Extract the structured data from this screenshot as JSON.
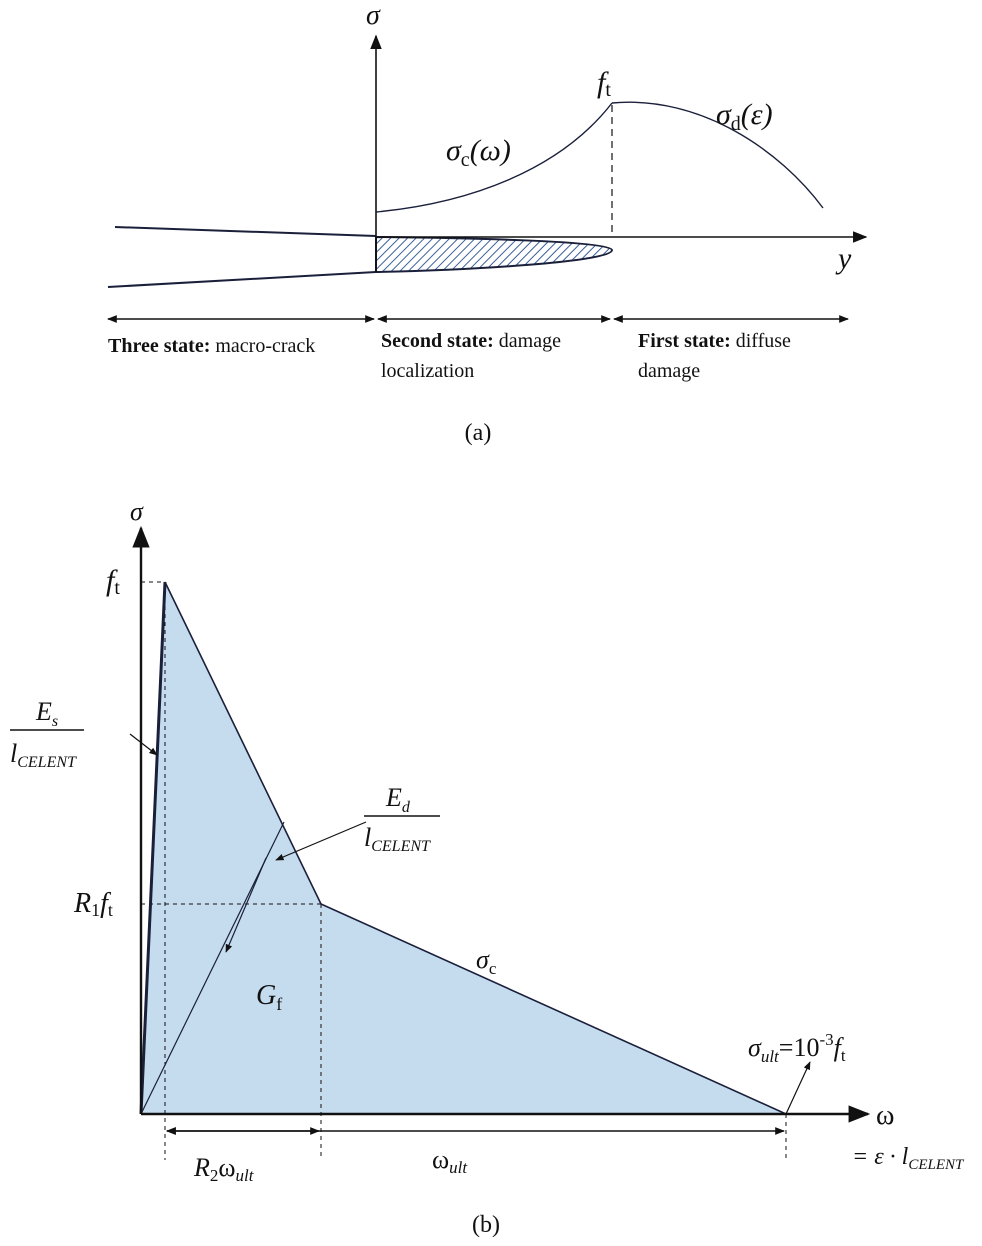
{
  "panel_a": {
    "caption": "(a)",
    "axis_sigma": "σ",
    "axis_y": "y",
    "ft_base": "f",
    "ft_sub": "t",
    "sigma_c_base": "σ",
    "sigma_c_sub": "c",
    "sigma_c_arg": "(ω)",
    "sigma_d_base": "σ",
    "sigma_d_sub": "d",
    "sigma_d_arg": "(ε)",
    "states": [
      {
        "bold": "Three state:",
        "rest": " macro-crack",
        "line2": ""
      },
      {
        "bold": "Second state:",
        "rest": " damage",
        "line2": "localization"
      },
      {
        "bold": "First state:",
        "rest": " diffuse",
        "line2": "damage"
      }
    ]
  },
  "panel_b": {
    "caption": "(b)",
    "axis_sigma": "σ",
    "axis_omega": "ω",
    "axis_omega_def": "= ε · l",
    "axis_omega_def_sub": "CELENT",
    "ft_base": "f",
    "ft_sub": "t",
    "r1_base": "R",
    "r1_sub": "1",
    "r1_f": "f",
    "r1_t": "t",
    "es_num": "E",
    "es_num_sub": "s",
    "den_base": "l",
    "den_sub": "CELENT",
    "ed_num": "E",
    "ed_num_sub": "d",
    "gf_base": "G",
    "gf_sub": "f",
    "sigma_c_base": "σ",
    "sigma_c_sub": "c",
    "sigma_ult_base": "σ",
    "sigma_ult_sub": "ult",
    "sigma_ult_eq": "=10",
    "sigma_ult_exp": "-3",
    "sigma_ult_f": "f",
    "sigma_ult_t": "t",
    "r2_base": "R",
    "r2_sub": "2",
    "r2_w": "ω",
    "r2_ult": "ult",
    "w_ult_base": "ω",
    "w_ult_sub": "ult"
  },
  "colors": {
    "fill_blue": "#c5dcef",
    "line_dark": "#1a1f3a",
    "hatch": "#3a5f9a"
  }
}
